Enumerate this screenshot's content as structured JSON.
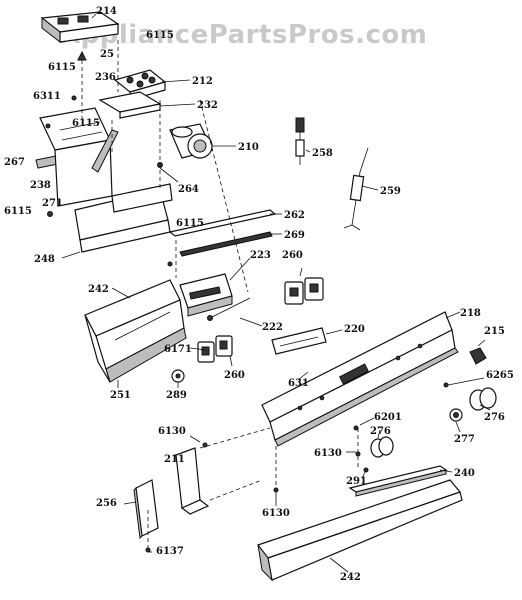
{
  "watermark": "AppliancePartsPros.com",
  "labels": [
    "214",
    "25",
    "6115",
    "212",
    "6115",
    "236",
    "232",
    "6311",
    "6115",
    "210",
    "267",
    "238",
    "264",
    "258",
    "271",
    "6115",
    "259",
    "262",
    "6115",
    "269",
    "248",
    "260",
    "223",
    "242",
    "222",
    "220",
    "218",
    "215",
    "6171",
    "260",
    "6265",
    "631",
    "289",
    "251",
    "276",
    "6201",
    "277",
    "6130",
    "211",
    "276",
    "6130",
    "291",
    "240",
    "256",
    "6130",
    "6137",
    "242"
  ]
}
